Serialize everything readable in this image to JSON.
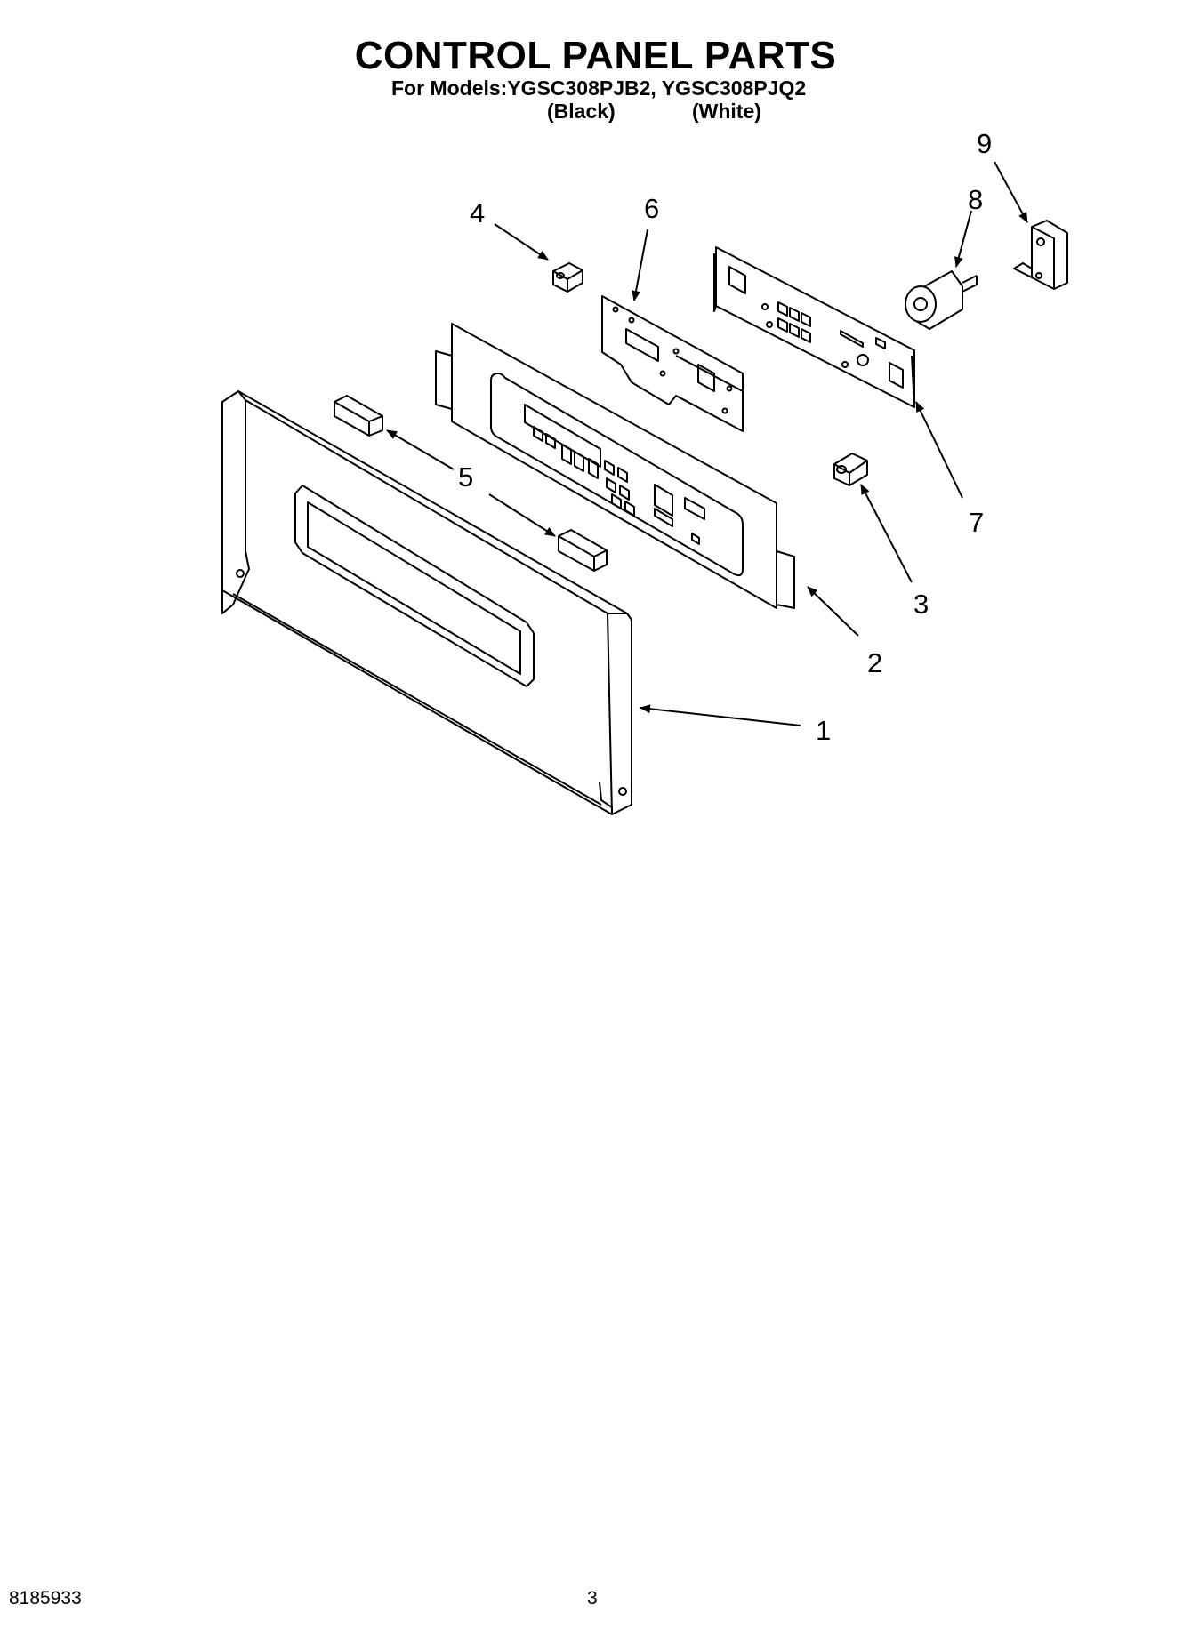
{
  "header": {
    "title": "CONTROL PANEL PARTS",
    "models_line": "For Models:YGSC308PJB2, YGSC308PJQ2",
    "variant_black": "(Black)",
    "variant_white": "(White)"
  },
  "callouts": [
    "1",
    "2",
    "3",
    "4",
    "5",
    "6",
    "7",
    "8",
    "9"
  ],
  "footer": {
    "doc_number": "8185933",
    "page_number": "3"
  }
}
